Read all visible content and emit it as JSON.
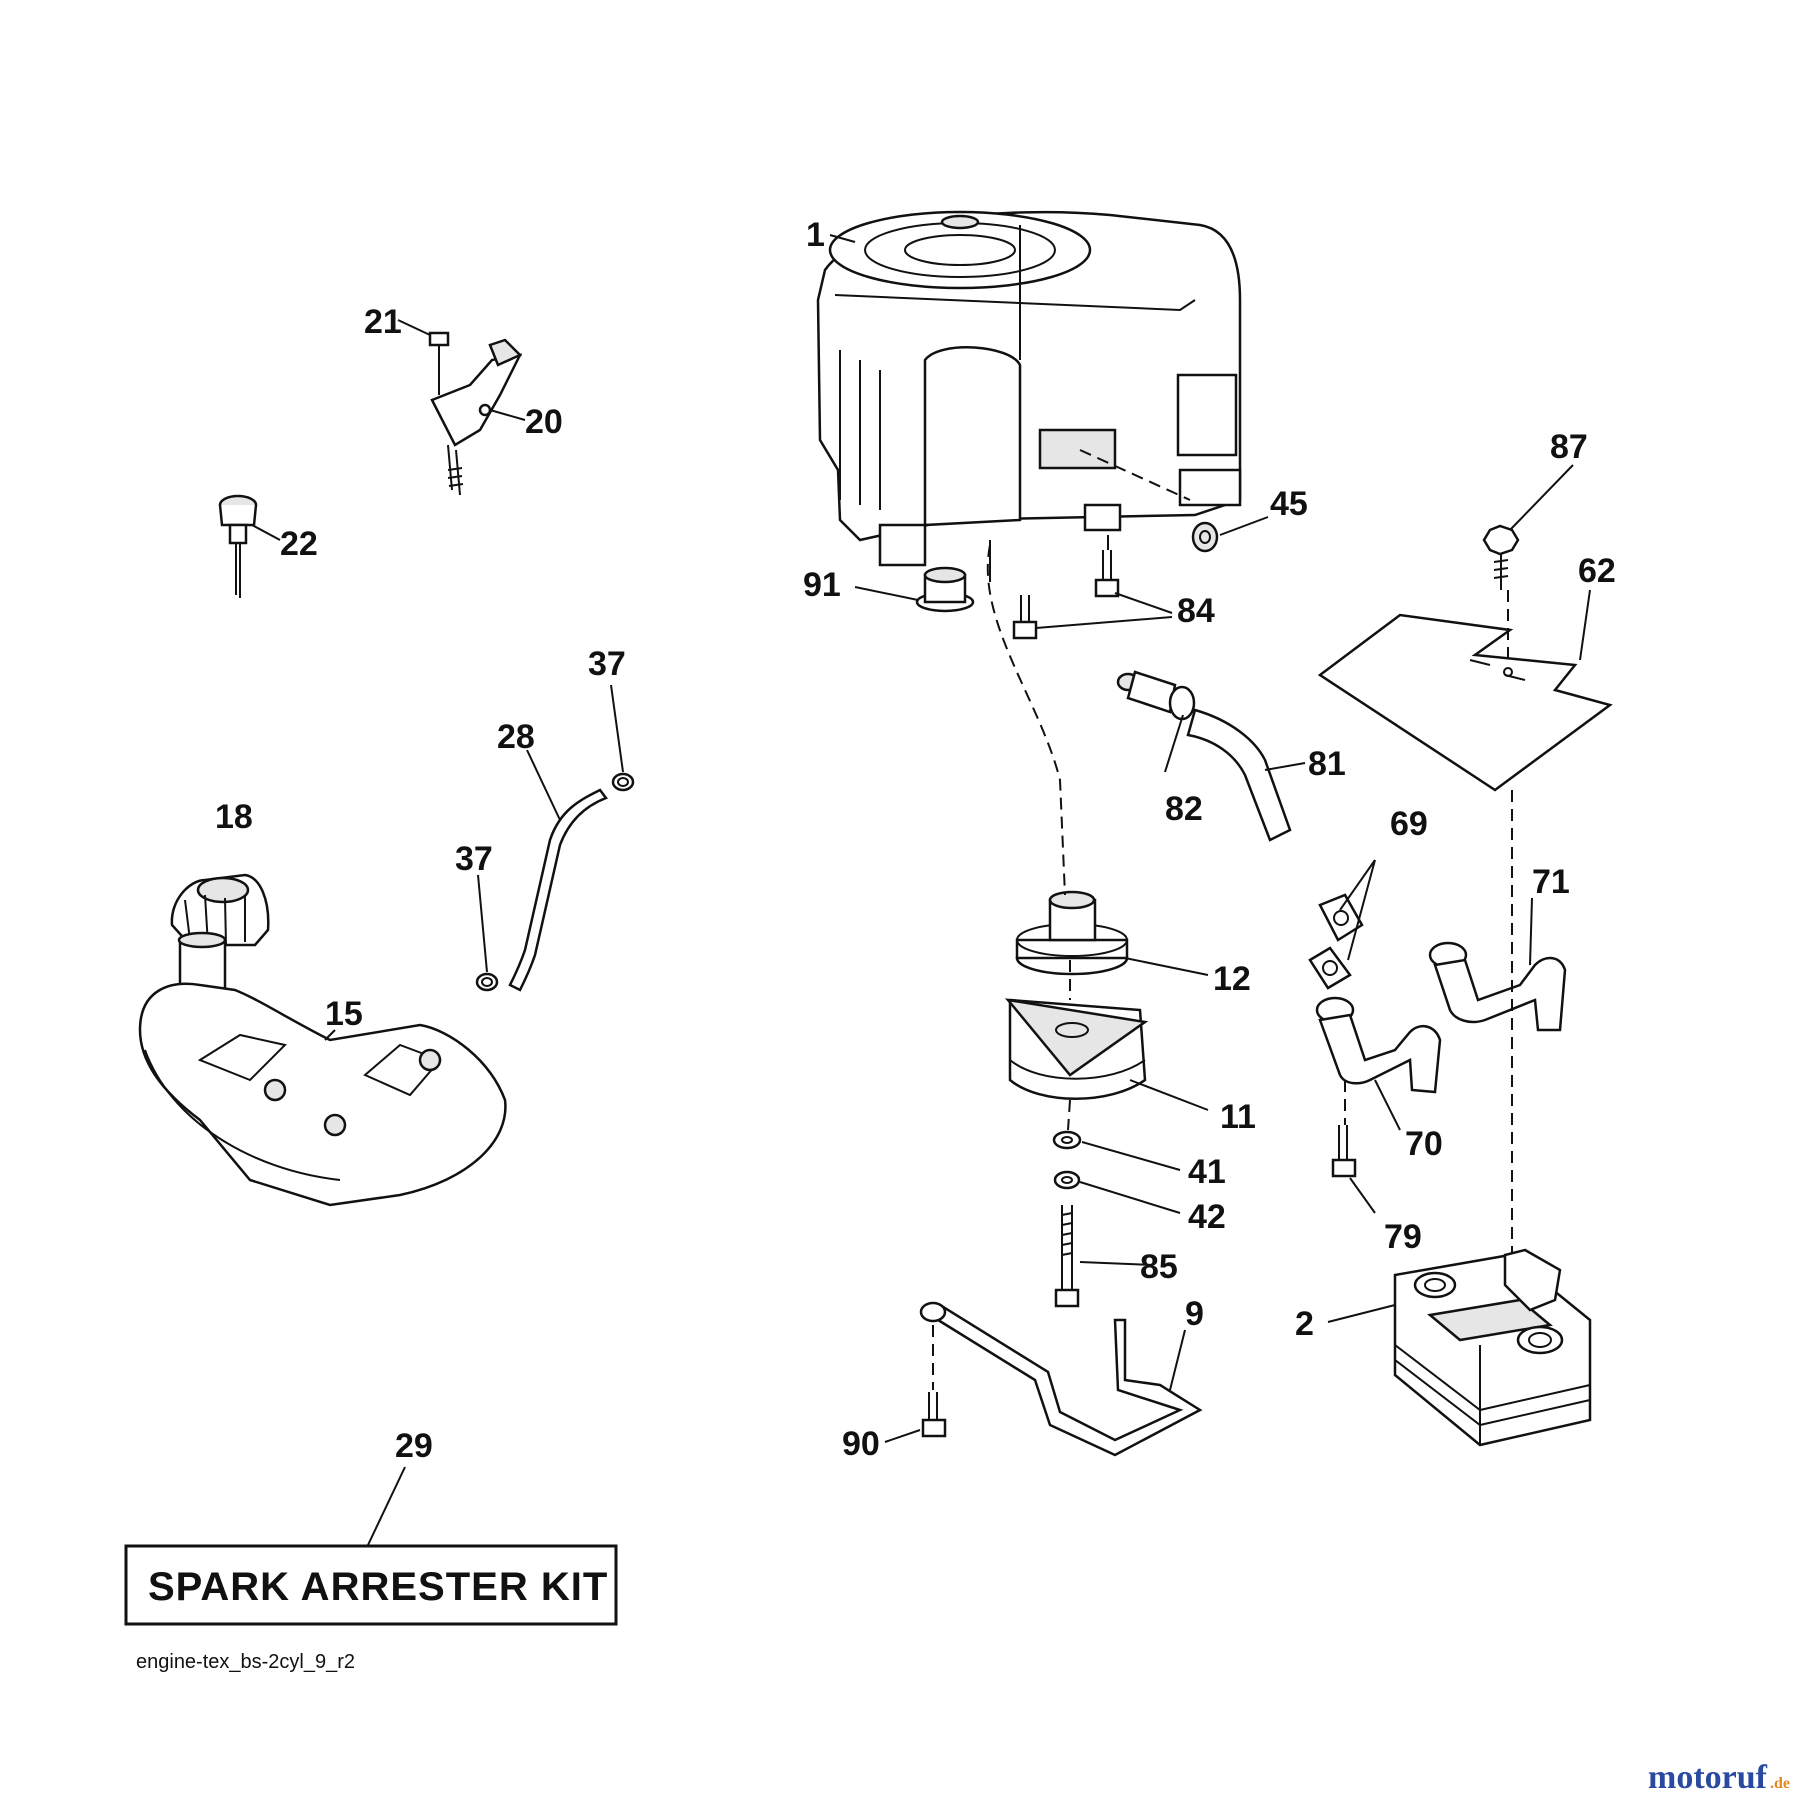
{
  "diagram": {
    "callouts": [
      "1",
      "21",
      "20",
      "22",
      "45",
      "87",
      "91",
      "84",
      "62",
      "37",
      "28",
      "81",
      "82",
      "18",
      "37",
      "69",
      "71",
      "12",
      "15",
      "11",
      "70",
      "41",
      "42",
      "79",
      "85",
      "9",
      "2",
      "90",
      "29"
    ],
    "kit_label": "SPARK ARRESTER KIT",
    "drawing_code": "engine-tex_bs-2cyl_9_r2"
  },
  "watermark": {
    "brand": "motoruf",
    "tld": ".de",
    "colors": {
      "brand": "#2a4aa0",
      "accent": "#e38a1d"
    }
  }
}
